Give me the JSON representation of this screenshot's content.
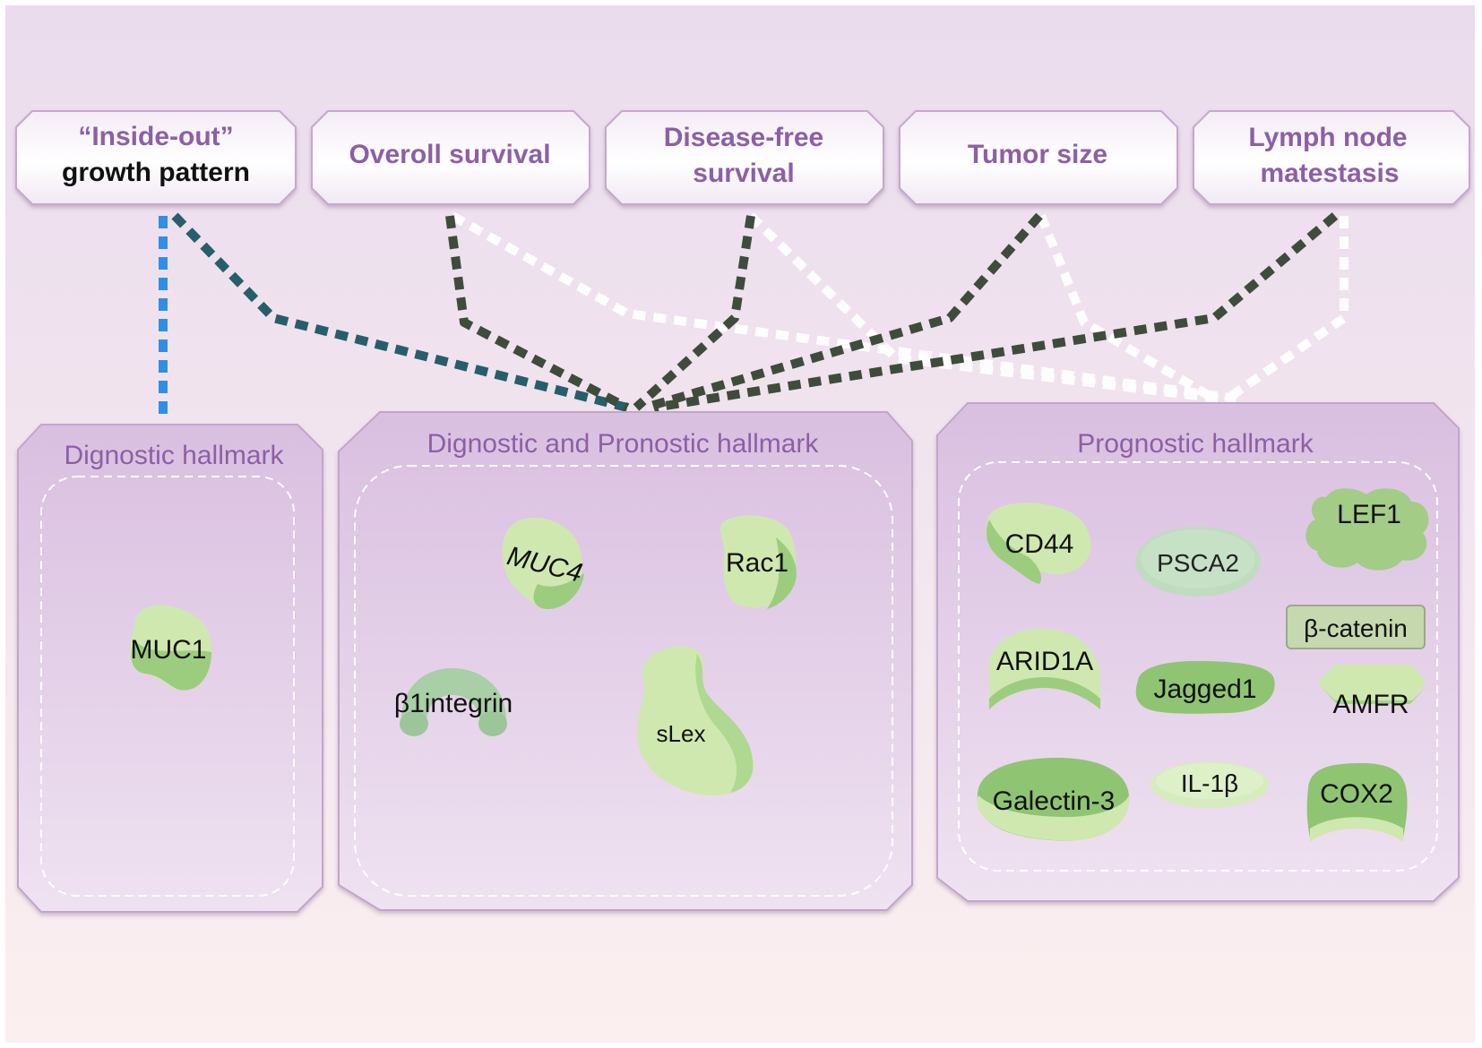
{
  "outcomes": {
    "inside_out_line1": "“Inside-out”",
    "inside_out_line2": "growth pattern",
    "overall_survival": "Overoll survival",
    "disease_free_line1": "Disease-free",
    "disease_free_line2": "survival",
    "tumor_size": "Tumor size",
    "lymph_node_line1": "Lymph node",
    "lymph_node_line2": "matestasis"
  },
  "hallmarks": {
    "diagnostic": {
      "title": "Dignostic hallmark",
      "markers": {
        "muc1": "MUC1"
      }
    },
    "diag_prog": {
      "title": "Dignostic and Pronostic hallmark",
      "markers": {
        "muc4": "MUC4",
        "rac1": "Rac1",
        "b1integrin": "β1integrin",
        "slex": "sLex"
      }
    },
    "prognostic": {
      "title": "Prognostic hallmark",
      "markers": {
        "cd44": "CD44",
        "psca2": "PSCA2",
        "lef1": "LEF1",
        "bcatenin": "β-catenin",
        "arid1a": "ARID1A",
        "jagged1": "Jagged1",
        "amfr": "AMFR",
        "galectin3": "Galectin-3",
        "il1b": "IL-1β",
        "cox2": "COX2"
      }
    }
  },
  "colors": {
    "heading_purple": "#8c5fa6",
    "panel_fill": "#dcc3e3",
    "connector_blue": "#2f8fe6",
    "connector_teal": "#265e6a",
    "connector_dark": "#3e4c3c",
    "connector_white": "#ffffff",
    "marker_light": "#cfe8b0",
    "marker_mid": "#a6d38a",
    "marker_dark": "#86c06c"
  }
}
